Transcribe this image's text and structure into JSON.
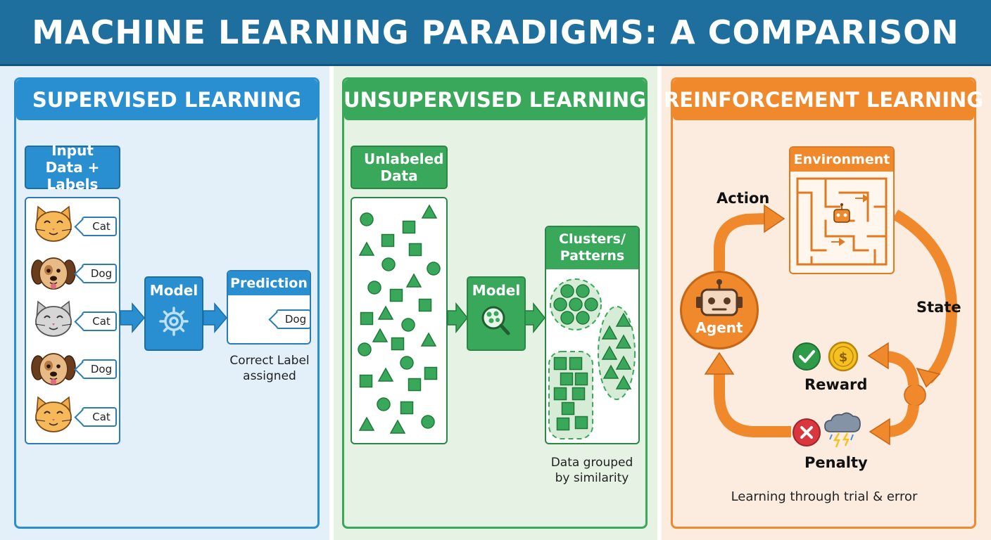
{
  "header": {
    "title": "MACHINE LEARNING PARADIGMS: A COMPARISON"
  },
  "colors": {
    "header": "#1f6f9e",
    "supervised": "#2a8fd1",
    "unsupervised": "#3aa85a",
    "reinforcement": "#f0882c"
  },
  "supervised": {
    "title": "SUPERVISED LEARNING",
    "input_label": "Input Data + Labels",
    "samples": [
      {
        "icon": "cat-icon",
        "label": "Cat"
      },
      {
        "icon": "dog-icon",
        "label": "Dog"
      },
      {
        "icon": "cat-icon",
        "label": "Cat"
      },
      {
        "icon": "dog-icon",
        "label": "Dog"
      },
      {
        "icon": "cat-icon",
        "label": "Cat"
      }
    ],
    "model_label": "Model",
    "prediction_label": "Prediction",
    "prediction_value": "Dog",
    "caption": "Correct Label assigned"
  },
  "unsupervised": {
    "title": "UNSUPERVISED LEARNING",
    "input_label": "Unlabeled Data",
    "model_label": "Model",
    "clusters_label": "Clusters/ Patterns",
    "caption": "Data grouped by similarity"
  },
  "reinforcement": {
    "title": "REINFORCEMENT LEARNING",
    "environment_label": "Environment",
    "agent_label": "Agent",
    "action_label": "Action",
    "state_label": "State",
    "reward_label": "Reward",
    "penalty_label": "Penalty",
    "caption": "Learning through trial & error"
  }
}
